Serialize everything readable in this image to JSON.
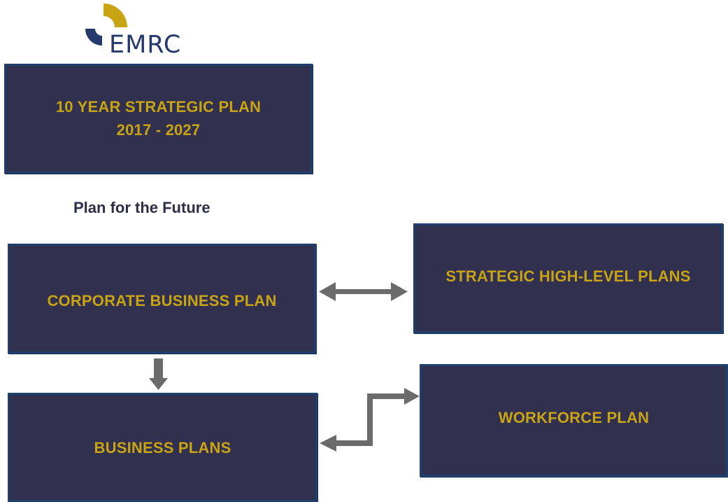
{
  "logo": {
    "text": "EMRC",
    "colors": {
      "navy": "#243a6c",
      "gold": "#c8a415"
    }
  },
  "strategic_plan": {
    "line1": "10 YEAR STRATEGIC PLAN",
    "line2": "2017 - 2027"
  },
  "subtitle": "Plan for the Future",
  "nodes": {
    "corporate_business_plan": "CORPORATE BUSINESS PLAN",
    "strategic_high_level_plans": "STRATEGIC HIGH-LEVEL PLANS",
    "business_plans": "BUSINESS PLANS",
    "workforce_plan": "WORKFORCE PLAN"
  },
  "connectors": [
    {
      "from": "corporate_business_plan",
      "to": "strategic_high_level_plans",
      "type": "bidirectional"
    },
    {
      "from": "corporate_business_plan",
      "to": "business_plans",
      "type": "directed"
    },
    {
      "from": "business_plans",
      "to": "workforce_plan",
      "type": "bidirectional-elbow"
    }
  ],
  "colors": {
    "box_fill": "#31314f",
    "box_border": "#1f3f6e",
    "box_text": "#c8a415",
    "arrow": "#6b6b6b",
    "subtitle": "#2d2d4a"
  }
}
